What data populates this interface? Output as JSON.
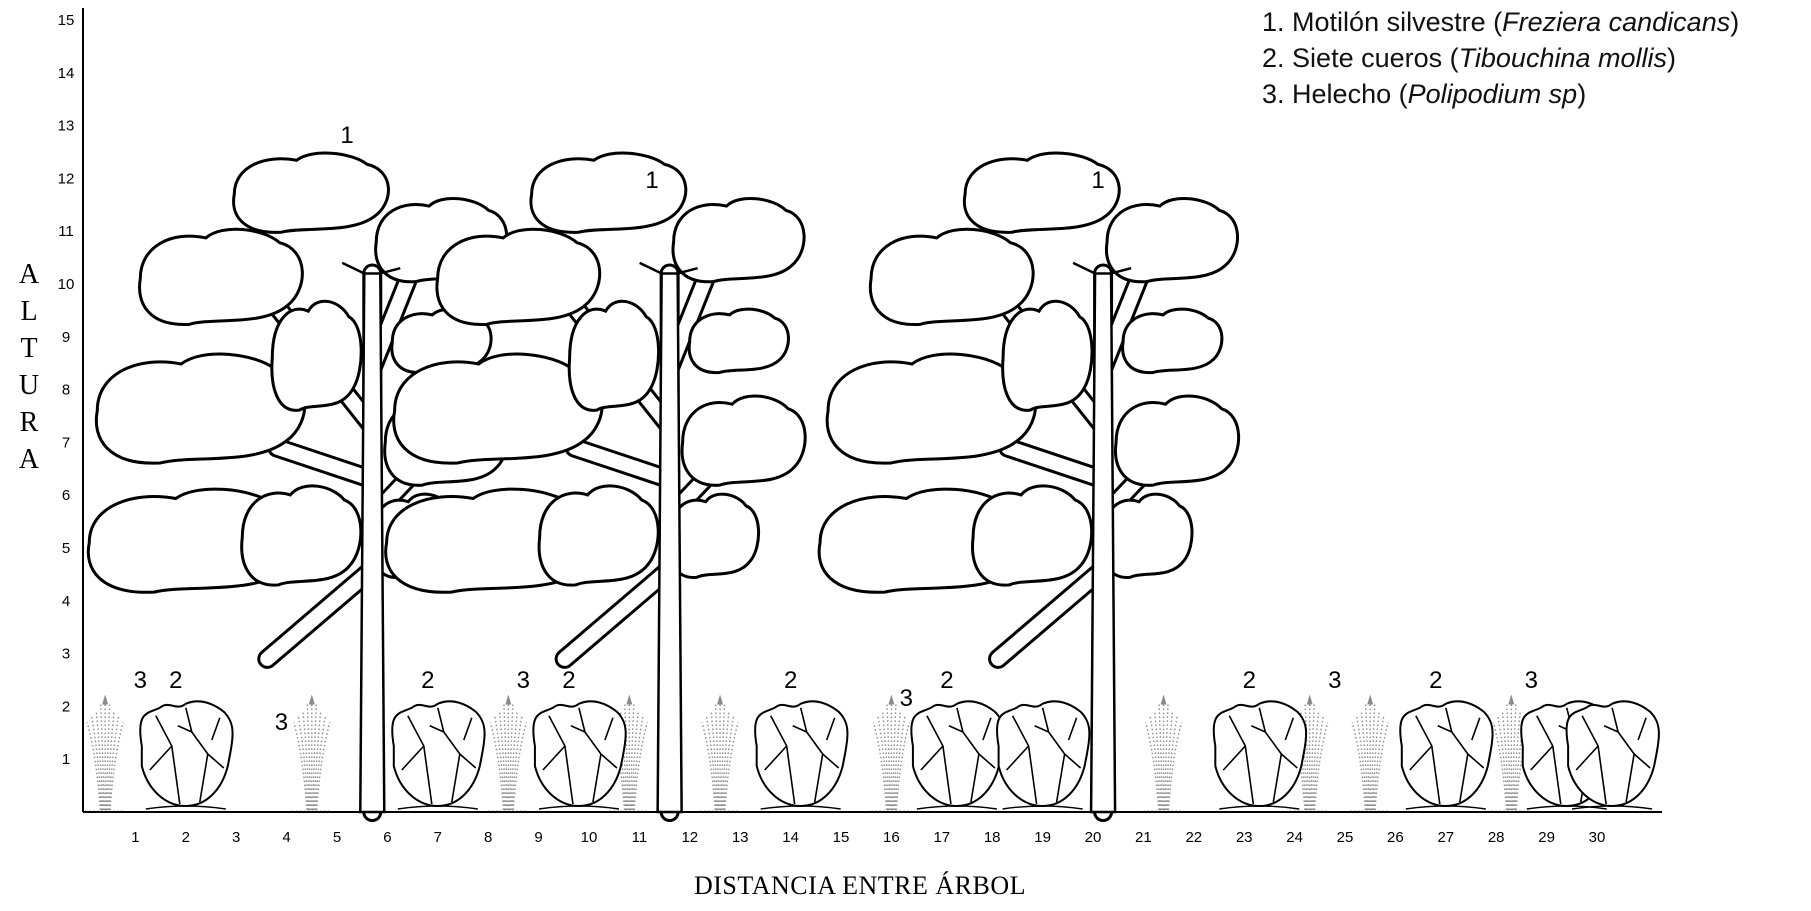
{
  "legend": [
    {
      "number": "1.",
      "common": "Motilón silvestre",
      "scientific": "Freziera candicans"
    },
    {
      "number": "2.",
      "common": "Siete cueros",
      "scientific": "Tibouchina mollis"
    },
    {
      "number": "3.",
      "common": "Helecho",
      "scientific": "Polipodium sp"
    }
  ],
  "y_axis": {
    "title_letters": [
      "A",
      "L",
      "T",
      "U",
      "R",
      "A"
    ],
    "ticks": [
      "1",
      "2",
      "3",
      "4",
      "5",
      "6",
      "7",
      "8",
      "9",
      "10",
      "11",
      "12",
      "13",
      "14",
      "15"
    ]
  },
  "x_axis": {
    "title": "DISTANCIA ENTRE ÁRBOL",
    "ticks": [
      "1",
      "2",
      "3",
      "4",
      "5",
      "6",
      "7",
      "8",
      "9",
      "10",
      "11",
      "12",
      "13",
      "14",
      "15",
      "16",
      "17",
      "18",
      "19",
      "20",
      "21",
      "22",
      "23",
      "24",
      "25",
      "26",
      "27",
      "28",
      "29",
      "30"
    ]
  },
  "species_labels": {
    "tree": "1",
    "shrub": "2",
    "fern": "3"
  },
  "plants": {
    "trees_at": [
      5.7,
      11.6,
      20.2
    ],
    "shrubs_at": [
      2.0,
      7.0,
      9.8,
      14.2,
      17.3,
      19.0,
      23.3,
      27.0,
      29.4,
      30.3
    ],
    "ferns_at": [
      0.4,
      4.5,
      8.4,
      10.8,
      12.6,
      16.0,
      21.4,
      24.3,
      25.5,
      28.3
    ],
    "shrub_number_labels_at": [
      2.0,
      7.0,
      9.8,
      14.2,
      17.3,
      23.3,
      27.0
    ],
    "fern_number_labels_at": [
      0.7,
      3.5,
      8.3,
      15.9,
      24.4,
      28.3
    ]
  },
  "colors": {
    "line": "#000000",
    "fern": "#8a8a8a",
    "axis_tick_text": "#000000"
  }
}
